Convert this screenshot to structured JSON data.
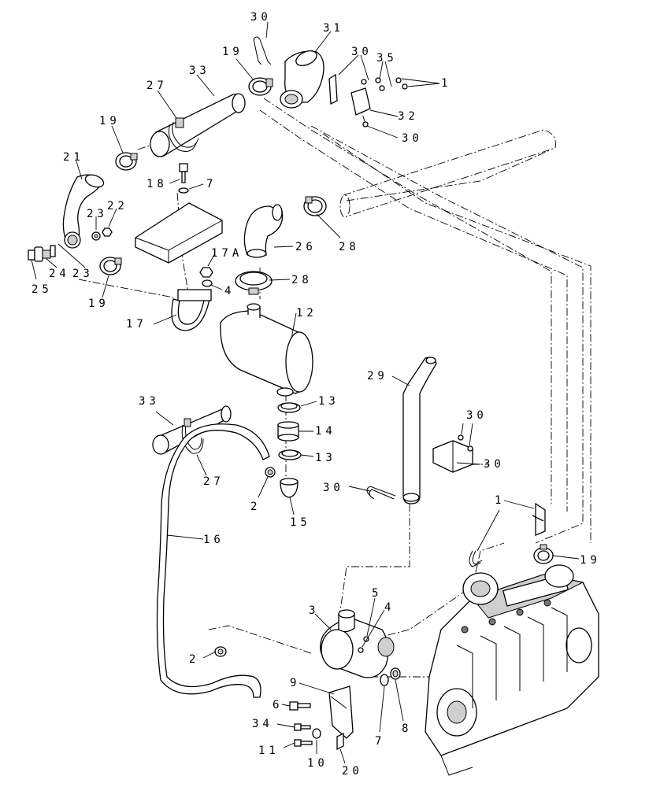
{
  "callouts": [
    {
      "id": "c30a",
      "text": "30"
    },
    {
      "id": "c31",
      "text": "31"
    },
    {
      "id": "c30b",
      "text": "30"
    },
    {
      "id": "c35",
      "text": "35"
    },
    {
      "id": "c1a",
      "text": "1"
    },
    {
      "id": "c32",
      "text": "32"
    },
    {
      "id": "c30c",
      "text": "30"
    },
    {
      "id": "c19a",
      "text": "19"
    },
    {
      "id": "c27a",
      "text": "27"
    },
    {
      "id": "c33a",
      "text": "33"
    },
    {
      "id": "c19b",
      "text": "19"
    },
    {
      "id": "c21",
      "text": "21"
    },
    {
      "id": "c18",
      "text": "18"
    },
    {
      "id": "c7a",
      "text": "7"
    },
    {
      "id": "c23a",
      "text": "23"
    },
    {
      "id": "c22",
      "text": "22"
    },
    {
      "id": "c26",
      "text": "26"
    },
    {
      "id": "c28a",
      "text": "28"
    },
    {
      "id": "c17A",
      "text": "17A"
    },
    {
      "id": "c28b",
      "text": "28"
    },
    {
      "id": "c4a",
      "text": "4"
    },
    {
      "id": "c25",
      "text": "25"
    },
    {
      "id": "c24",
      "text": "24"
    },
    {
      "id": "c23b",
      "text": "23"
    },
    {
      "id": "c19c",
      "text": "19"
    },
    {
      "id": "c17",
      "text": "17"
    },
    {
      "id": "c12",
      "text": "12"
    },
    {
      "id": "c29",
      "text": "29"
    },
    {
      "id": "c33b",
      "text": "33"
    },
    {
      "id": "c13a",
      "text": "13"
    },
    {
      "id": "c14",
      "text": "14"
    },
    {
      "id": "c30d",
      "text": "30"
    },
    {
      "id": "c13b",
      "text": "13"
    },
    {
      "id": "c27b",
      "text": "27"
    },
    {
      "id": "c30e",
      "text": "30"
    },
    {
      "id": "c30f",
      "text": "30"
    },
    {
      "id": "c2a",
      "text": "2"
    },
    {
      "id": "c15",
      "text": "15"
    },
    {
      "id": "c1b",
      "text": "1"
    },
    {
      "id": "c16",
      "text": "16"
    },
    {
      "id": "c19d",
      "text": "19"
    },
    {
      "id": "c5",
      "text": "5"
    },
    {
      "id": "c3",
      "text": "3"
    },
    {
      "id": "c4b",
      "text": "4"
    },
    {
      "id": "c2b",
      "text": "2"
    },
    {
      "id": "c9",
      "text": "9"
    },
    {
      "id": "c6",
      "text": "6"
    },
    {
      "id": "c34",
      "text": "34"
    },
    {
      "id": "c7b",
      "text": "7"
    },
    {
      "id": "c8",
      "text": "8"
    },
    {
      "id": "c11",
      "text": "11"
    },
    {
      "id": "c10",
      "text": "10"
    },
    {
      "id": "c20",
      "text": "20"
    }
  ]
}
